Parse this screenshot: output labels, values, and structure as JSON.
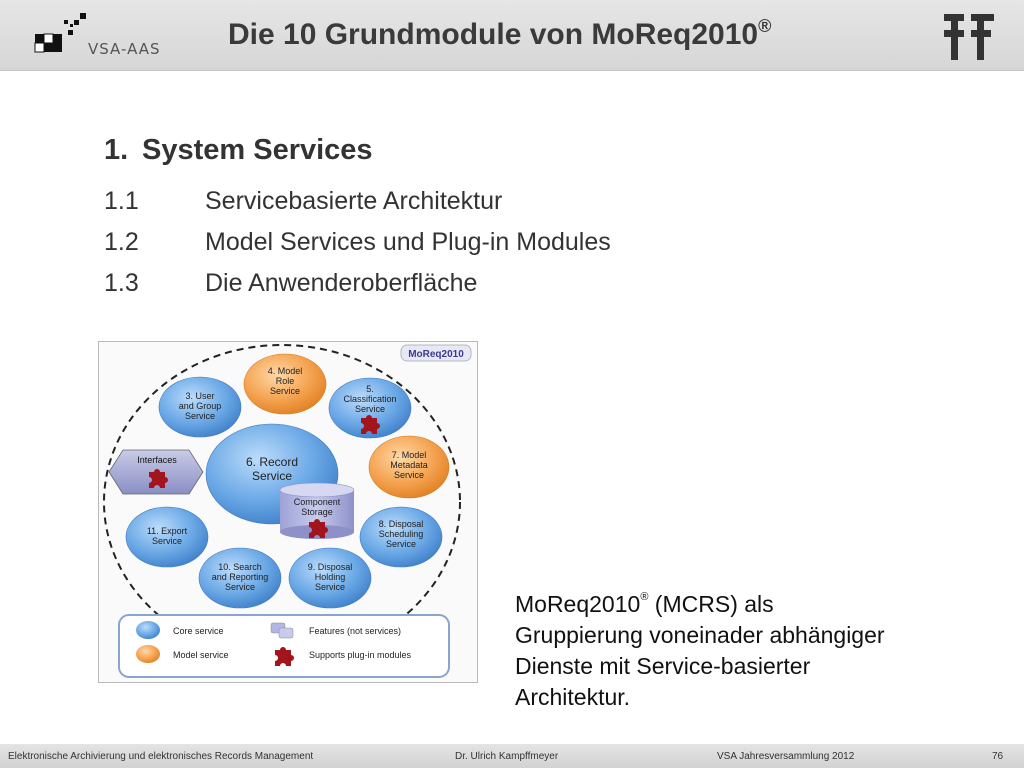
{
  "header": {
    "logo_text": "VSA-AAS",
    "title": "Die 10 Grundmodule von MoReq2010",
    "title_mark": "®"
  },
  "section": {
    "number": "1.",
    "heading": "System Services",
    "items": [
      {
        "number": "1.1",
        "text": "Servicebasierte Architektur"
      },
      {
        "number": "1.2",
        "text": "Model Services und Plug-in Modules"
      },
      {
        "number": "1.3",
        "text": "Die Anwenderoberfläche"
      }
    ]
  },
  "diagram": {
    "badge": "MoReq2010",
    "modules": {
      "m4": [
        "4. Model",
        "Role",
        "Service"
      ],
      "m3": [
        "3. User",
        "and Group",
        "Service"
      ],
      "m5": [
        "5.",
        "Classification",
        "Service"
      ],
      "m6": [
        "6. Record",
        "Service"
      ],
      "m7": [
        "7. Model",
        "Metadata",
        "Service"
      ],
      "storage": [
        "Component",
        "Storage"
      ],
      "m8": [
        "8. Disposal",
        "Scheduling",
        "Service"
      ],
      "m11": [
        "11. Export",
        "Service"
      ],
      "m10": [
        "10. Search",
        "and Reporting",
        "Service"
      ],
      "m9": [
        "9. Disposal",
        "Holding",
        "Service"
      ],
      "interfaces": "Interfaces"
    },
    "legend": {
      "core": "Core service",
      "model": "Model service",
      "features": "Features (not services)",
      "plugins": "Supports plug-in modules"
    },
    "colors": {
      "core_service": "#5f9fe0",
      "model_service": "#f2a04a",
      "plugin": "#a3151c"
    }
  },
  "caption": {
    "line1_a": "MoReq2010",
    "line1_mark": "®",
    "line1_b": " (MCRS) als",
    "line2": "Gruppierung voneinader abhängiger",
    "line3": "Dienste mit Service-basierter",
    "line4": "Architektur."
  },
  "footer": {
    "left": "Elektronische Archivierung und elektronisches Records Management",
    "center": "Dr. Ulrich Kampffmeyer",
    "right": "VSA Jahresversammlung 2012",
    "page": "76"
  }
}
